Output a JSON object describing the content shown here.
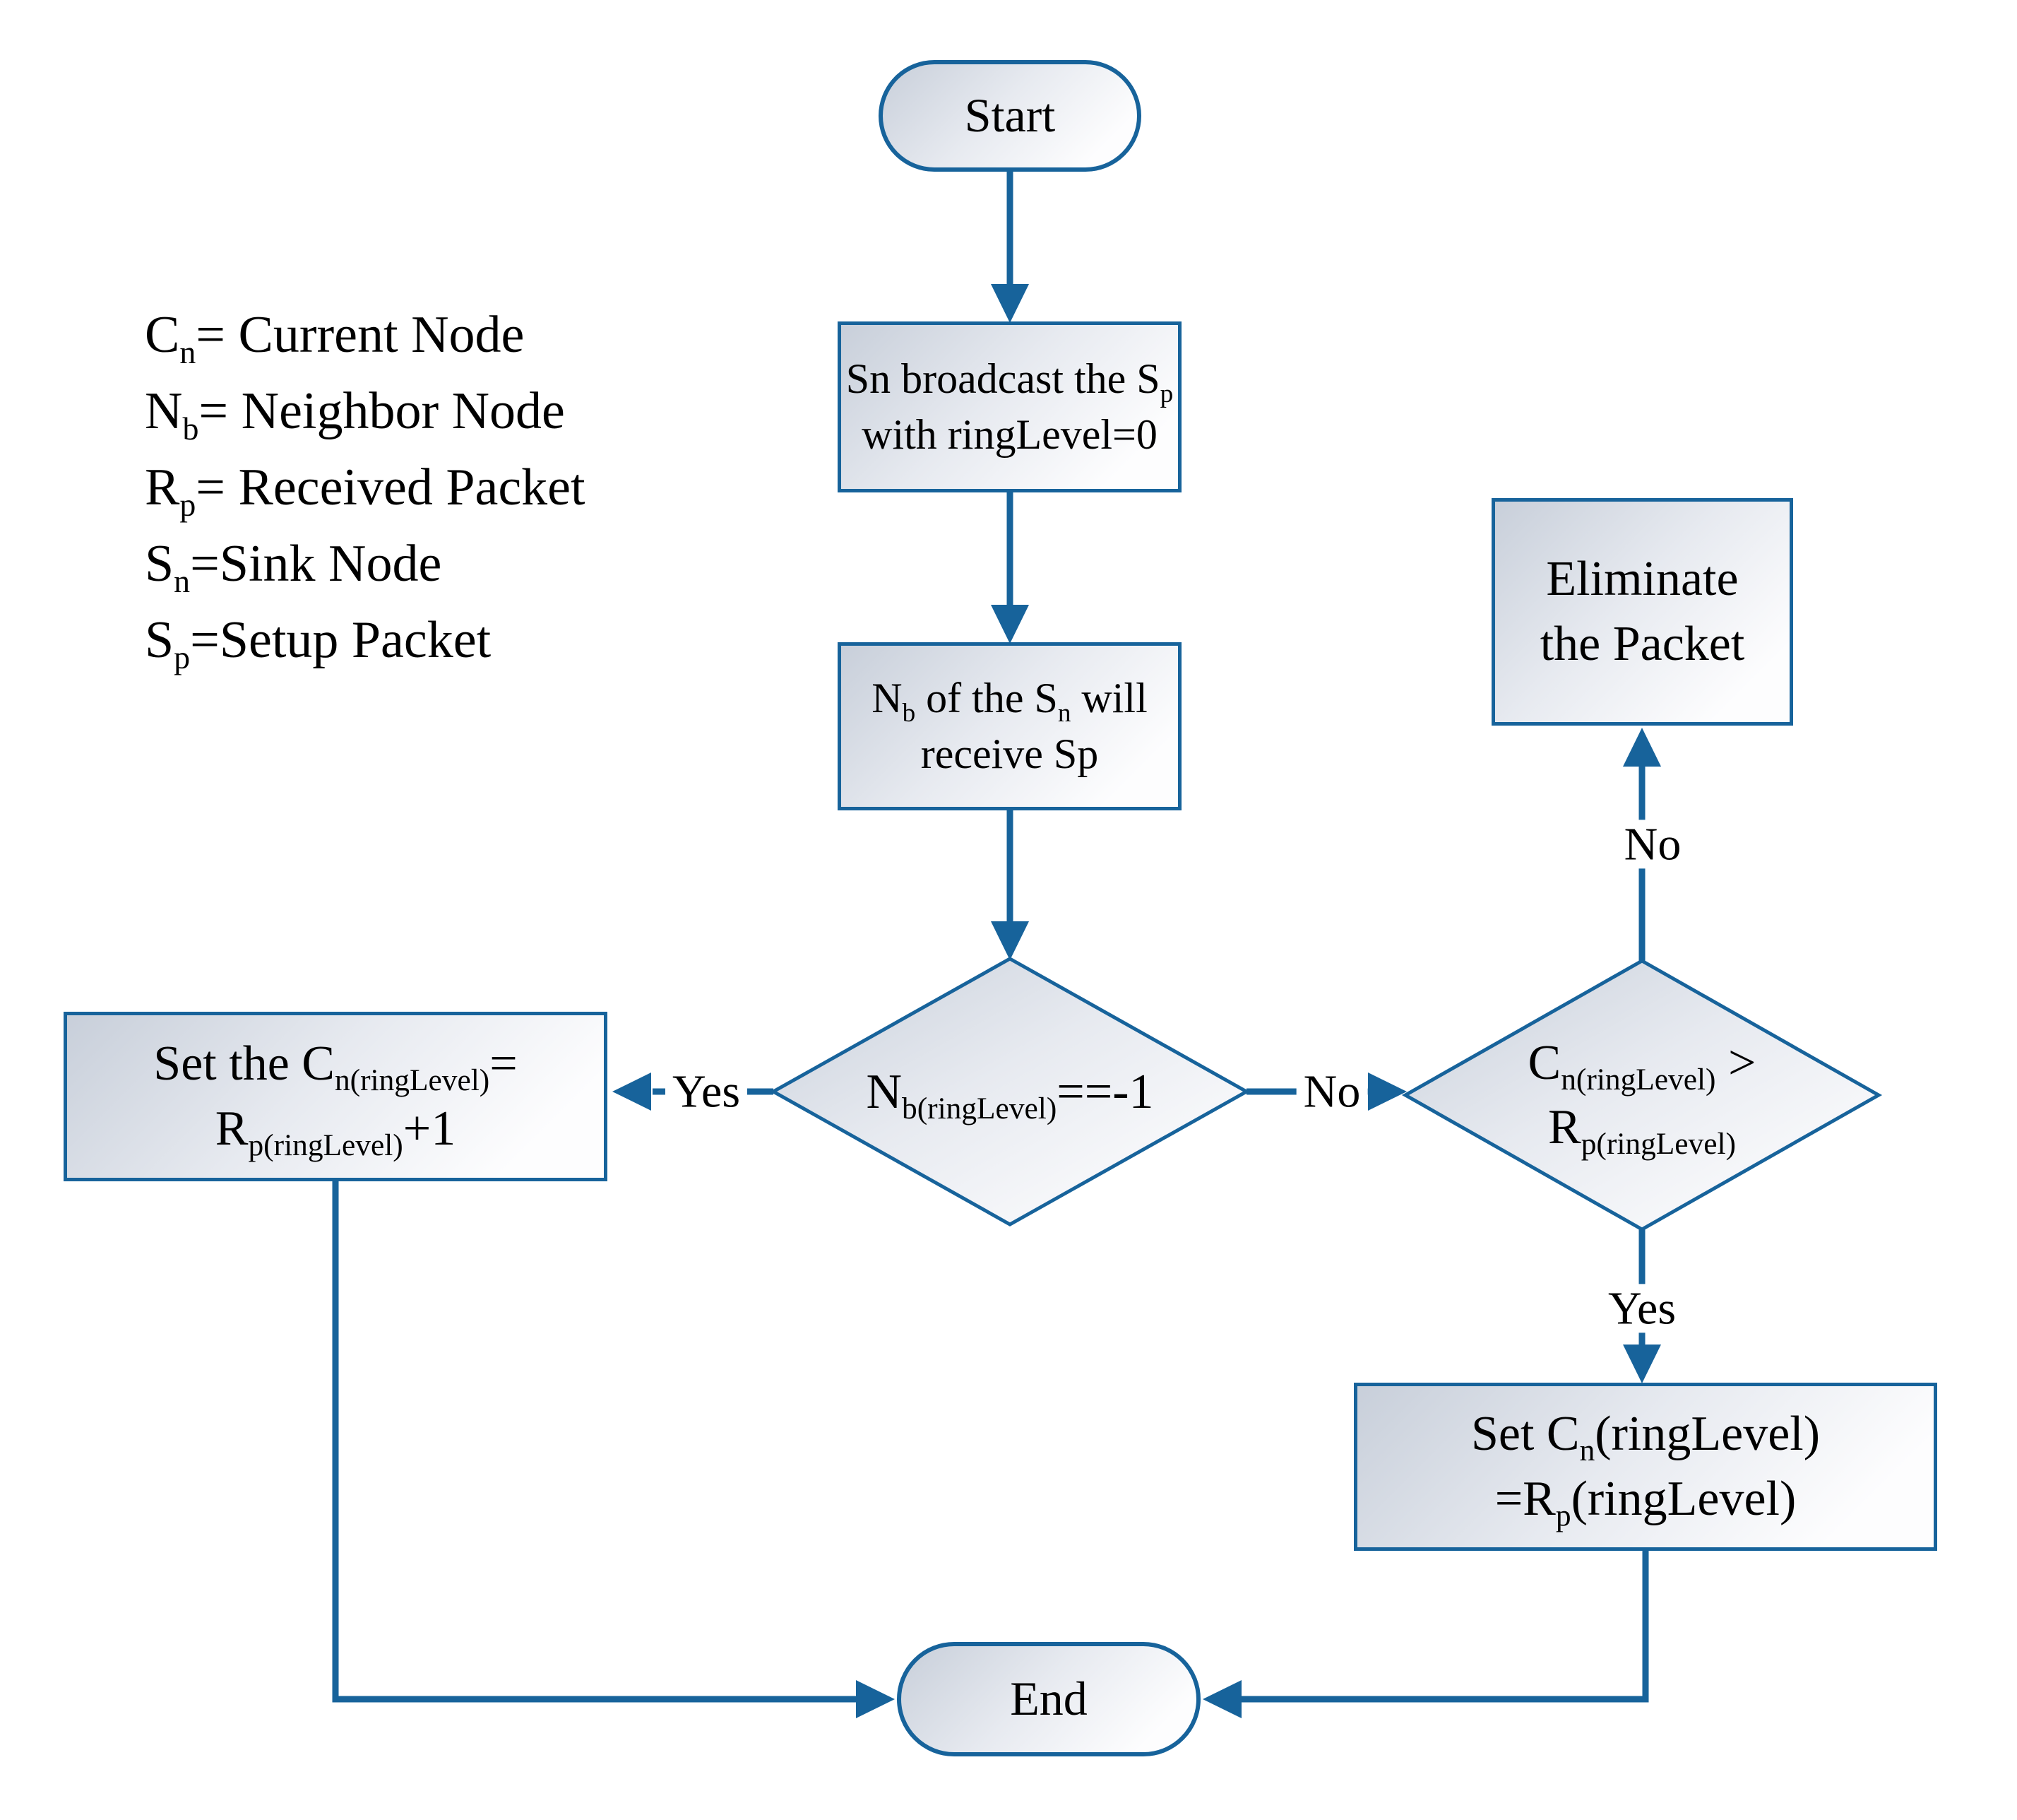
{
  "diagram": {
    "background": "#ffffff",
    "stroke_color": "#17639b",
    "node_fill_from": "#c8cfda",
    "node_fill_to": "#fdfdfe",
    "text_color": "#000000"
  },
  "legend": {
    "items": [
      [
        {
          "t": "C"
        },
        {
          "t": "n",
          "sub": true
        },
        {
          "t": "= Current Node"
        }
      ],
      [
        {
          "t": "N"
        },
        {
          "t": "b",
          "sub": true
        },
        {
          "t": "= Neighbor Node"
        }
      ],
      [
        {
          "t": "R"
        },
        {
          "t": "p",
          "sub": true
        },
        {
          "t": "= Received Packet"
        }
      ],
      [
        {
          "t": "S"
        },
        {
          "t": "n",
          "sub": true
        },
        {
          "t": "=Sink Node"
        }
      ],
      [
        {
          "t": "S"
        },
        {
          "t": "p",
          "sub": true
        },
        {
          "t": "=Setup Packet"
        }
      ]
    ]
  },
  "nodes": {
    "start": {
      "type": "terminator",
      "label": "Start"
    },
    "broadcast": {
      "type": "process",
      "lines": [
        [
          {
            "t": "Sn broadcast the S"
          },
          {
            "t": "p",
            "sub": true
          }
        ],
        [
          {
            "t": "with ringLevel=0"
          }
        ]
      ]
    },
    "receive": {
      "type": "process",
      "lines": [
        [
          {
            "t": "N"
          },
          {
            "t": "b",
            "sub": true
          },
          {
            "t": " of the S"
          },
          {
            "t": "n",
            "sub": true
          },
          {
            "t": " will"
          }
        ],
        [
          {
            "t": "receive Sp"
          }
        ]
      ]
    },
    "check_unset": {
      "type": "decision",
      "lines": [
        [
          {
            "t": "N"
          },
          {
            "t": "b(ringLevel)",
            "sub": true
          },
          {
            "t": "==-1"
          }
        ]
      ]
    },
    "set_increment": {
      "type": "process",
      "lines": [
        [
          {
            "t": "Set the C"
          },
          {
            "t": "n(ringLevel)",
            "sub": true
          },
          {
            "t": "="
          }
        ],
        [
          {
            "t": "R"
          },
          {
            "t": "p(ringLevel)",
            "sub": true
          },
          {
            "t": "+1"
          }
        ]
      ]
    },
    "check_greater": {
      "type": "decision",
      "lines": [
        [
          {
            "t": "C"
          },
          {
            "t": "n(ringLevel)",
            "sub": true
          },
          {
            "t": " >"
          }
        ],
        [
          {
            "t": "R"
          },
          {
            "t": "p(ringLevel)",
            "sub": true
          }
        ]
      ]
    },
    "eliminate": {
      "type": "process",
      "lines": [
        [
          {
            "t": "Eliminate"
          }
        ],
        [
          {
            "t": "the Packet"
          }
        ]
      ]
    },
    "set_equal": {
      "type": "process",
      "lines": [
        [
          {
            "t": "Set C"
          },
          {
            "t": "n",
            "sub": true
          },
          {
            "t": "(ringLevel)"
          }
        ],
        [
          {
            "t": "=R"
          },
          {
            "t": "p",
            "sub": true
          },
          {
            "t": "(ringLevel)"
          }
        ]
      ]
    },
    "end": {
      "type": "terminator",
      "label": "End"
    }
  },
  "edge_labels": {
    "yes_to_set_increment": "Yes",
    "no_to_check_greater": "No",
    "no_to_eliminate": "No",
    "yes_to_set_equal": "Yes"
  }
}
